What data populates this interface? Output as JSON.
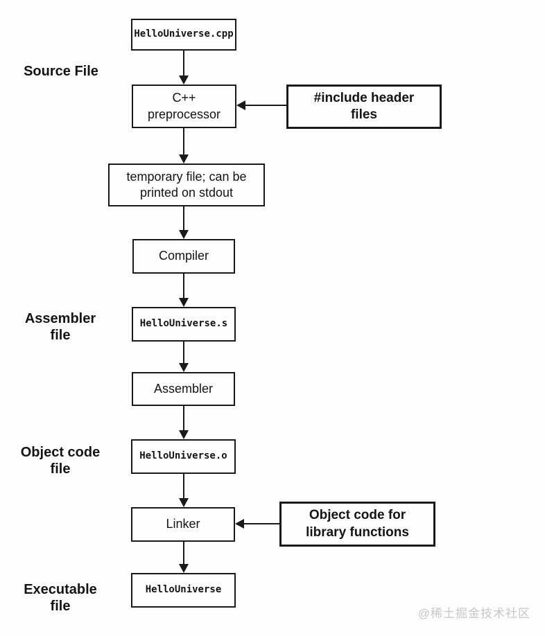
{
  "diagram": {
    "description": "C++ compilation pipeline flowchart",
    "nodes": {
      "source_file": {
        "label": "HelloUniverse.cpp"
      },
      "preprocessor": {
        "label": "C++\npreprocessor"
      },
      "include_headers": {
        "label": "#include header\nfiles"
      },
      "temp_file": {
        "label": "temporary file; can be\nprinted on stdout"
      },
      "compiler": {
        "label": "Compiler"
      },
      "assembler_file": {
        "label": "HelloUniverse.s"
      },
      "assembler": {
        "label": "Assembler"
      },
      "object_file": {
        "label": "HelloUniverse.o"
      },
      "linker": {
        "label": "Linker"
      },
      "library_objects": {
        "label": "Object code for\nlibrary functions"
      },
      "executable": {
        "label": "HelloUniverse"
      }
    },
    "side_labels": {
      "source": "Source File",
      "assembler": "Assembler\nfile",
      "object_code": "Object code\nfile",
      "executable": "Executable\nfile"
    },
    "watermark": "@稀土掘金技术社区",
    "colors": {
      "line": "#1a1a1a",
      "background": "#fdfdfd",
      "watermark": "#c7c7c7"
    }
  }
}
